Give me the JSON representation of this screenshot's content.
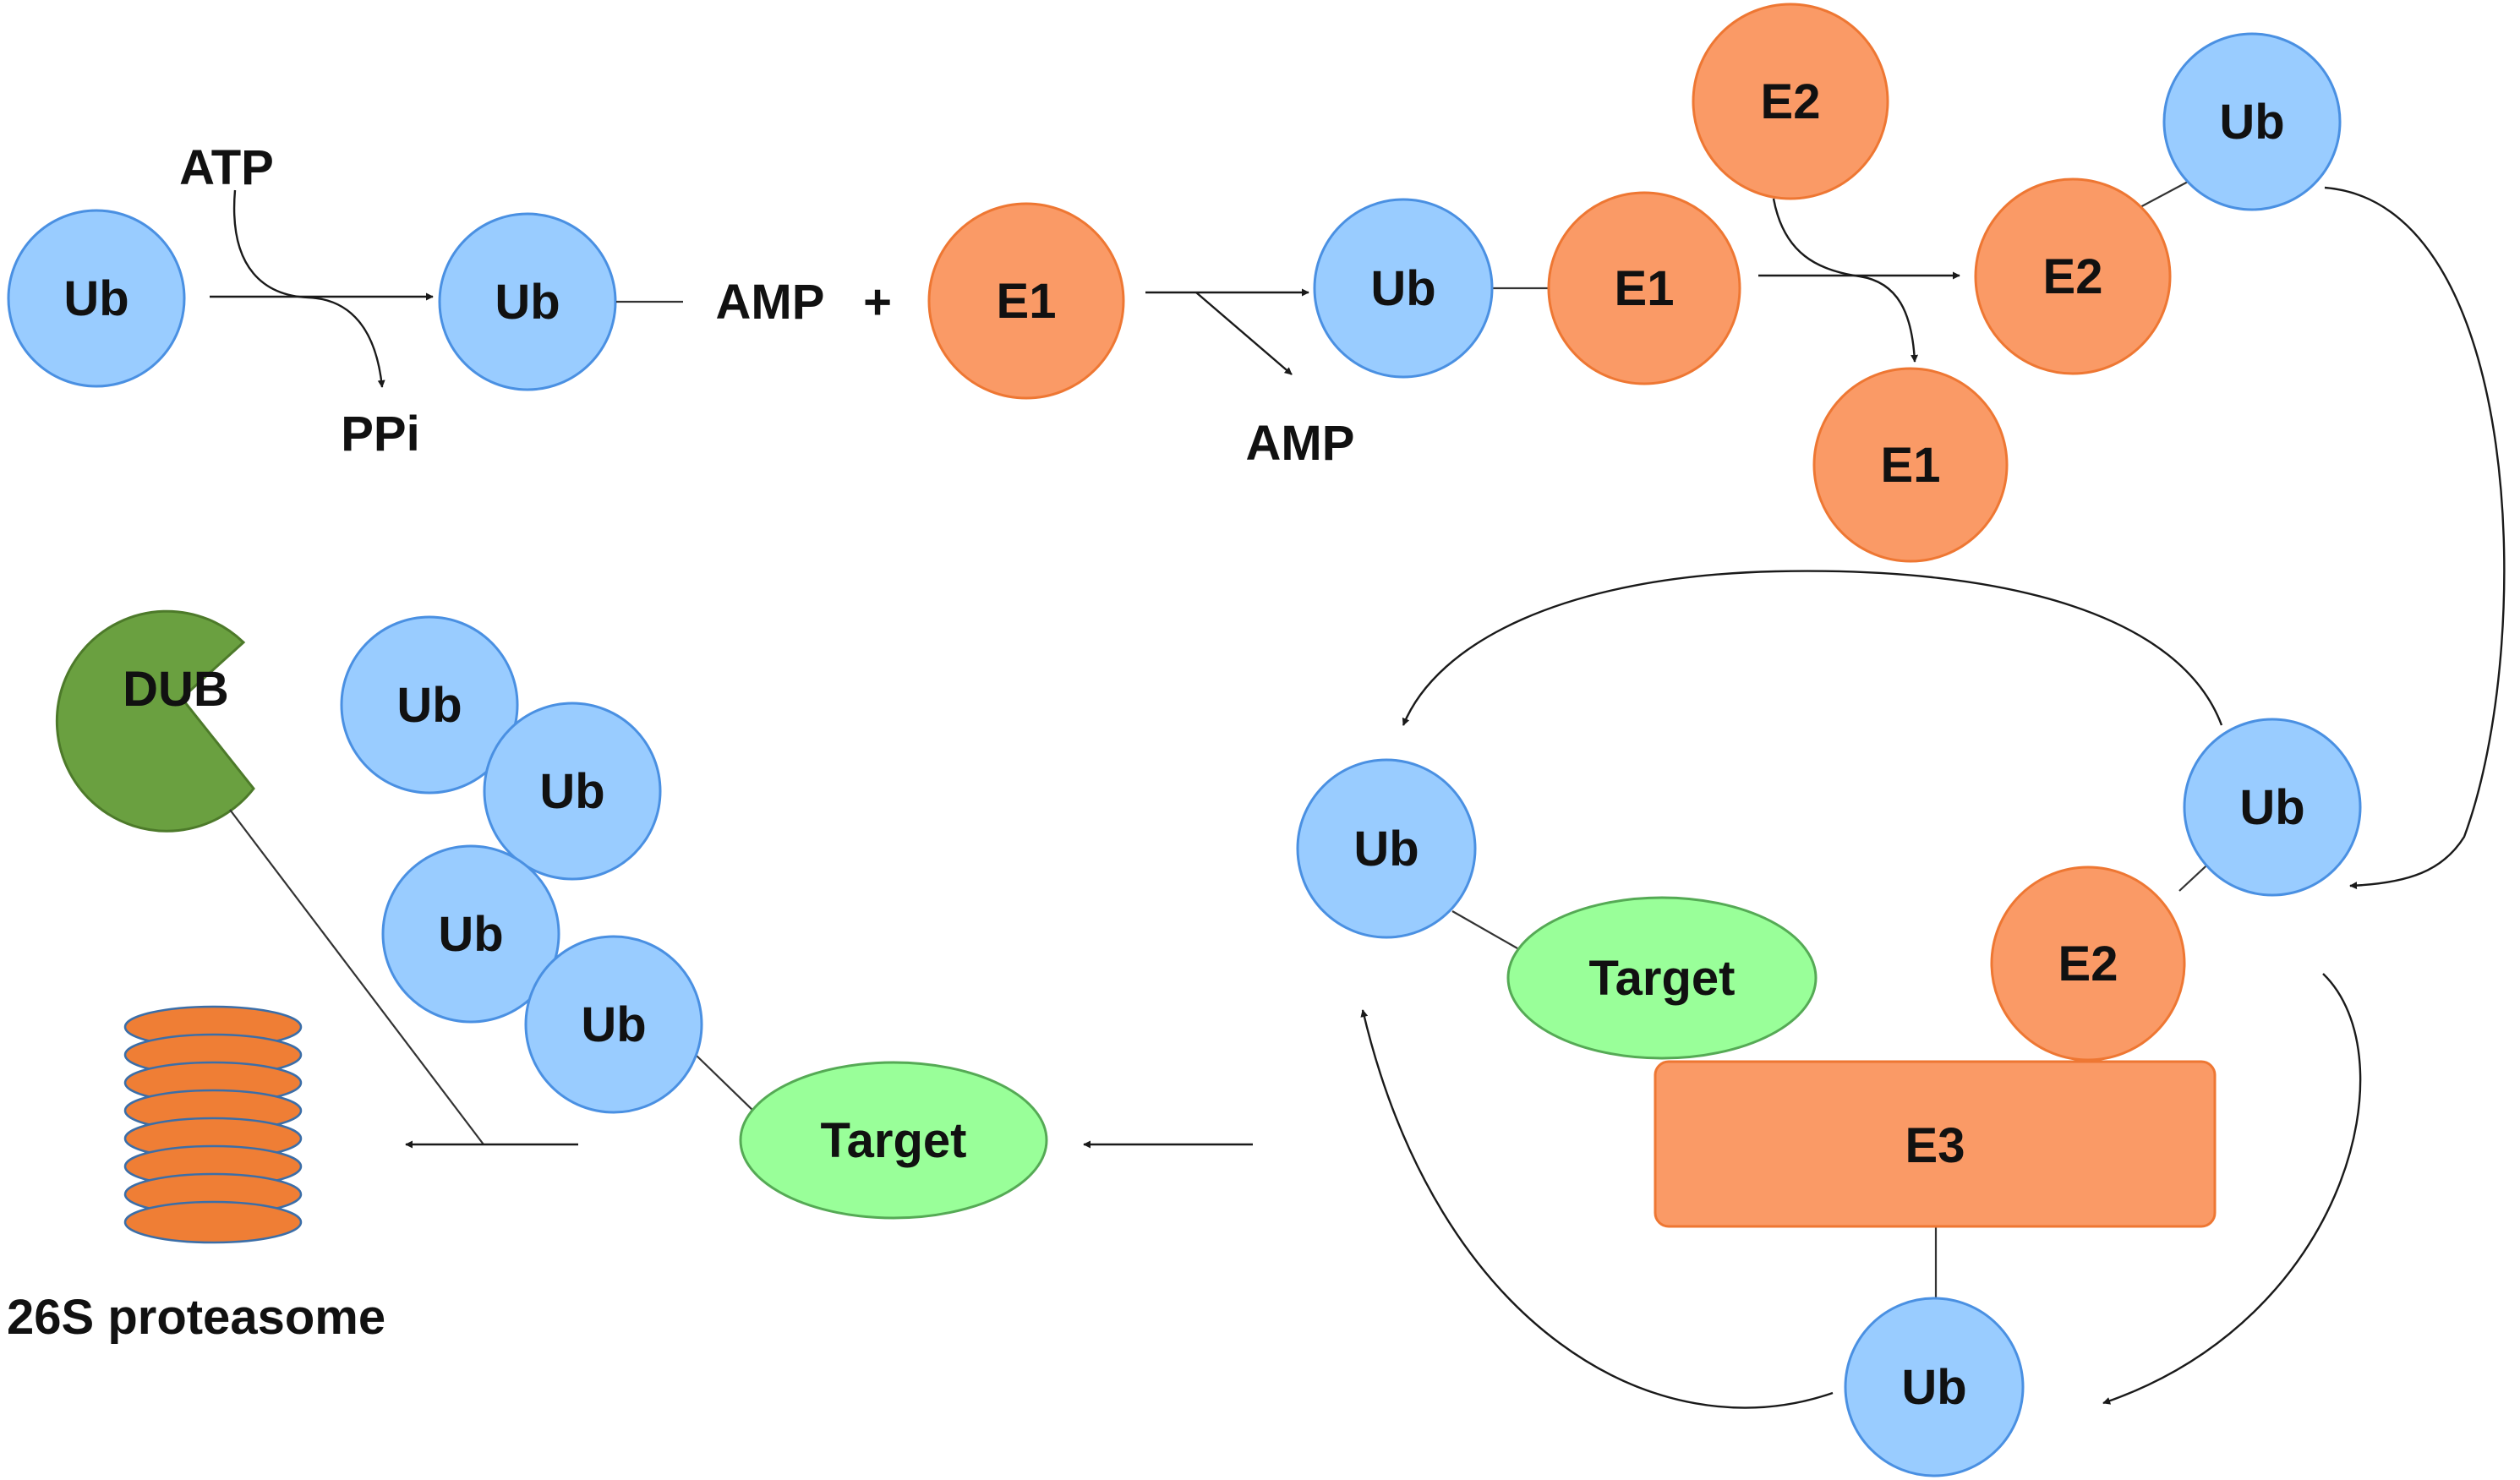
{
  "labels": {
    "ub": "Ub",
    "e1": "E1",
    "e2": "E2",
    "e3": "E3",
    "amp": "AMP",
    "plus": "+",
    "atp": "ATP",
    "ppi": "PPi",
    "target": "Target",
    "dub": "DUB",
    "proteasome": "26S proteasome"
  },
  "colors": {
    "ubiquitin_fill": "#99ccff",
    "ubiquitin_stroke": "#4a90e2",
    "enzyme_fill": "#fa9a66",
    "enzyme_stroke": "#ee7733",
    "target_fill": "#99ff99",
    "target_stroke": "#55aa55",
    "dub_fill": "#6aa040",
    "dub_stroke": "#4d7a2a",
    "proteasome_fill": "#ef7e35",
    "proteasome_stroke": "#3b6ea8"
  }
}
